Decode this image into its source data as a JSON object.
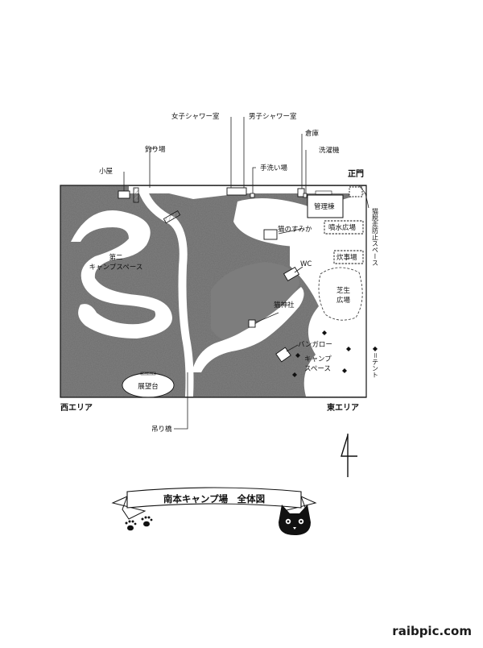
{
  "map": {
    "title": "南本キャンプ場　全体図",
    "areas": {
      "west": "西エリア",
      "east": "東エリア"
    },
    "facilities": {
      "womens_shower": "女子シャワー室",
      "mens_shower": "男子シャワー室",
      "storage": "倉庫",
      "fishing": "釣り場",
      "hut": "小屋",
      "washing_machine": "洗濯機",
      "handwash": "手洗い場",
      "main_gate": "正門",
      "management": "管理棟",
      "fountain_plaza": "噴水広場",
      "cat_home": "猫のすみか",
      "cooking": "炊事場",
      "wc": "WC",
      "lawn_line1": "芝生",
      "lawn_line2": "広場",
      "cat_shrine": "猫神社",
      "bungalow": "バンガロー",
      "camp_line1": "キャンプ",
      "camp_line2": "スペース",
      "second_line1": "第二",
      "second_line2": "キャンプスペース",
      "observation": "展望台",
      "suspension_bridge": "吊り橋",
      "cat_escape_side": "猫脱走防止スペース"
    },
    "legend": {
      "tent": "◆＝テント"
    },
    "compass_glyph": "↑",
    "colors": {
      "forest": "#7d7d7d",
      "forest_dark": "#4a4a4a",
      "clearing": "#ffffff",
      "ink": "#111111"
    }
  },
  "watermark": "raibpic.com"
}
